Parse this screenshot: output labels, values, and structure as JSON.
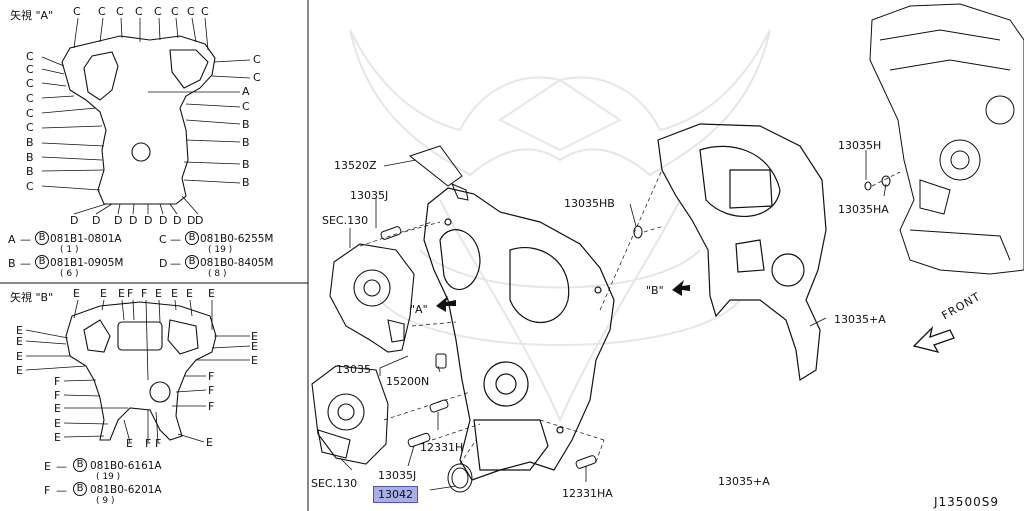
{
  "view_a": {
    "title": "矢視 \"A\"",
    "top_letters": [
      "C",
      "C",
      "C",
      "C",
      "C",
      "C",
      "C",
      "C"
    ],
    "left_letters": [
      "C",
      "C",
      "C",
      "C",
      "C",
      "C",
      "B",
      "B",
      "B",
      "C"
    ],
    "right_letters": [
      "C",
      "C",
      "A",
      "C",
      "B",
      "B",
      "B",
      "B"
    ],
    "bottom_letters": [
      "D",
      "D",
      "D",
      "D",
      "D",
      "D",
      "D",
      "D",
      "D"
    ],
    "legend": [
      {
        "key": "A",
        "code": "081B1-0801A",
        "qty": "( 1 )"
      },
      {
        "key": "C",
        "code": "081B0-6255M",
        "qty": "( 19 )"
      },
      {
        "key": "B",
        "code": "081B1-0905M",
        "qty": "( 6 )"
      },
      {
        "key": "D",
        "code": "081B0-8405M",
        "qty": "( 8 )"
      }
    ]
  },
  "view_b": {
    "title": "矢視 \"B\"",
    "top_letters": [
      "E",
      "E",
      "E",
      "F",
      "F",
      "E",
      "E",
      "E",
      "E"
    ],
    "left_letters": [
      "E",
      "E",
      "E",
      "E",
      "F",
      "F",
      "E",
      "E",
      "E"
    ],
    "right_letters": [
      "E",
      "E",
      "E",
      "F",
      "F",
      "F"
    ],
    "bottom_letters": [
      "E",
      "F",
      "F",
      "E"
    ],
    "legend": [
      {
        "key": "E",
        "code": "081B0-6161A",
        "qty": "( 19 )"
      },
      {
        "key": "F",
        "code": "081B0-6201A",
        "qty": "( 9 )"
      }
    ]
  },
  "parts": {
    "p13520z": "13520Z",
    "p13035j_top": "13035J",
    "sec130_top": "SEC.130",
    "arrow_a": "\"A\"",
    "p13035": "13035",
    "p15200n": "15200N",
    "p12331h": "12331H",
    "p13035j_bottom": "13035J",
    "sec130_bottom": "SEC.130",
    "p13042": "13042",
    "p12331ha": "12331HA",
    "p13035hb": "13035HB",
    "arrow_b": "\"B\"",
    "p13035a_right": "13035+A",
    "p13035a_bottom": "13035+A",
    "p13035h": "13035H",
    "p13035ha": "13035HA",
    "front": "FRONT"
  },
  "diagram_code": "J13500S9",
  "colors": {
    "highlight": "#a9aee6",
    "highlight_border": "#4d55b8",
    "line": "#111111",
    "watermark": "#e4e4e4"
  }
}
